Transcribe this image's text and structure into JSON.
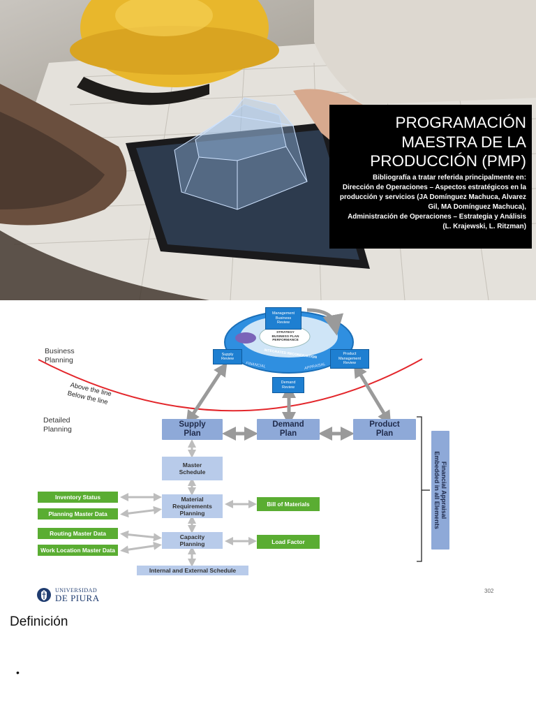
{
  "hero": {
    "title_lines": [
      "PROGRAMACIÓN",
      "MAESTRA DE LA",
      "PRODUCCIÓN (PMP)"
    ],
    "bibliography": [
      "Bibliografía a tratar referida principalmente en:",
      "Dirección de Operaciones – Aspectos estratégicos en la",
      "producción y servicios (JA Domínguez Machuca, Alvarez",
      "Gil, MA Domínguez Machuca),",
      "Administración de Operaciones – Estrategia y Análisis",
      "(L. Krajewski, L. Ritzman)"
    ]
  },
  "diagram": {
    "business_planning": [
      "Business",
      "Planning"
    ],
    "detailed_planning": [
      "Detailed",
      "Planning"
    ],
    "above_line": "Above the line",
    "below_line": "Below the line",
    "cycle": {
      "management_review": [
        "Management",
        "Business",
        "Review"
      ],
      "supply_review": [
        "Supply",
        "Review"
      ],
      "product_review": [
        "Product",
        "Management",
        "Review"
      ],
      "demand_review": [
        "Demand",
        "Review"
      ],
      "center": [
        "STRATEGY",
        "BUSINESS PLAN",
        "PERFORMANCE"
      ],
      "reconciliation": "INTEGRATED RECONCILIATION",
      "financial": "FINANCIAL",
      "appraisal": "APPRAISAL"
    },
    "supply_plan": [
      "Supply",
      "Plan"
    ],
    "demand_plan": [
      "Demand",
      "Plan"
    ],
    "product_plan": [
      "Product",
      "Plan"
    ],
    "master_schedule": [
      "Master",
      "Schedule"
    ],
    "mrp": [
      "Material",
      "Requirements",
      "Planning"
    ],
    "capacity": [
      "Capacity",
      "Planning"
    ],
    "inventory_status": "Inventory Status",
    "planning_master_data": "Planning Master Data",
    "routing_master_data": "Routing Master Data",
    "work_location_master_data": "Work Location Master Data",
    "bill_of_materials": "Bill of Materials",
    "load_factor": "Load Factor",
    "internal_external": "Internal and External Schedule",
    "financial_appraisal": [
      "Financial Appraisal",
      "Embedded in all Elements"
    ]
  },
  "logo": {
    "line1": "UNIVERSIDAD",
    "line2": "DE PIURA"
  },
  "page_number": "302",
  "heading": "Definición",
  "bullet": "•",
  "colors": {
    "plan_box": "#8ea9d8",
    "light_box": "#b8cbea",
    "green_box": "#5aad32",
    "curve": "#e3262b",
    "cycle_blue": "#1e7fd1"
  }
}
